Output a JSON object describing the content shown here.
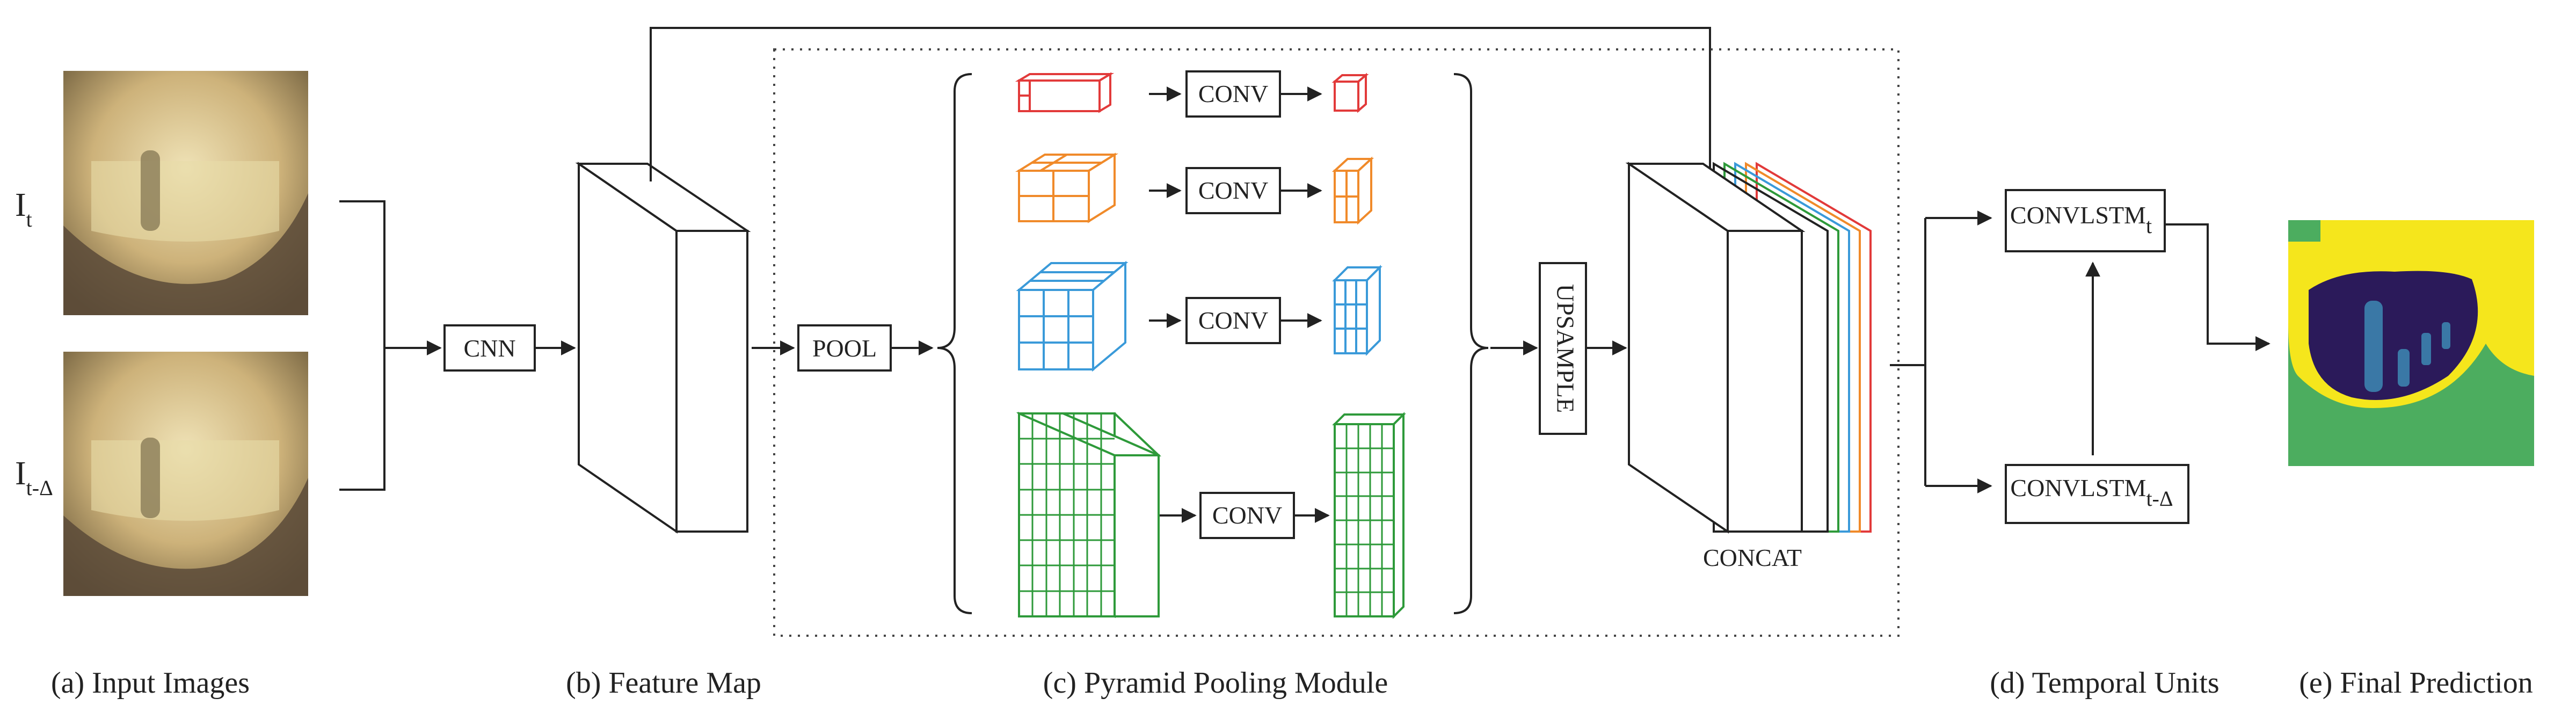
{
  "inputs": {
    "current_symbol": "I",
    "current_sub": "t",
    "previous_symbol": "I",
    "previous_sub": "t-Δ"
  },
  "blocks": {
    "cnn": "CNN",
    "pool": "POOL",
    "conv": "CONV",
    "upsample": "UPSAMPLE",
    "concat": "CONCAT",
    "convlstm": "CONVLSTM",
    "convlstm_t_sub": "t",
    "convlstm_td_sub": "t-Δ"
  },
  "captions": {
    "a": "(a) Input Images",
    "b": "(b) Feature Map",
    "c": "(c) Pyramid Pooling Module",
    "d": "(d) Temporal Units",
    "e": "(e) Final Prediction"
  },
  "colors": {
    "level1": "#e23a3a",
    "level2": "#f08a2a",
    "level3": "#3a9ad9",
    "level4": "#2e9a3a",
    "line": "#222222",
    "pred_yellow": "#f5e61c",
    "pred_green": "#4cad5f",
    "pred_navy": "#2b1a5a",
    "pred_blue": "#3a78a6",
    "photo_tan": "#cdb27a"
  }
}
